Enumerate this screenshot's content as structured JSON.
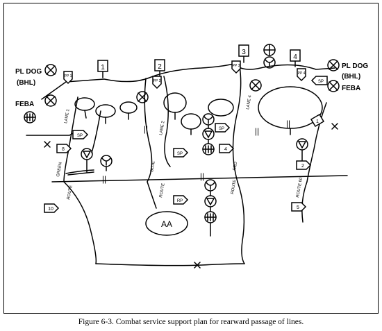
{
  "caption": "Figure 6-3. Combat service support plan for rearward passage of lines.",
  "phase_lines": {
    "left_top": "PL DOG",
    "left_bottom": "(BHL)",
    "right_top": "PL DOG",
    "right_bottom": "(BHL)"
  },
  "feba_labels": {
    "left": "FEBA",
    "right": "FEBA"
  },
  "lane_numbers": [
    "1",
    "2",
    "3",
    "4"
  ],
  "pp_labels": {
    "lane1": "PP\n1",
    "lane2": "PP\n2",
    "lane3": "PP\n3",
    "lane4": "PP\n4"
  },
  "lane_labels": [
    "LANE 1",
    "LANE 2",
    "LANE 4"
  ],
  "route_labels": {
    "green": "GREEN",
    "route_left": "ROUTE",
    "blue": "BLUE",
    "route_center": "ROUTE",
    "red": "RED",
    "route_red": "ROUTE",
    "route_right": "ROUTE 60"
  },
  "control_points": {
    "sp": "SP",
    "rp": "RP"
  },
  "tcp_numbers": [
    "8",
    "10",
    "4",
    "2",
    "5",
    "1"
  ],
  "assembly_area": "AA",
  "stream_mark": "||"
}
